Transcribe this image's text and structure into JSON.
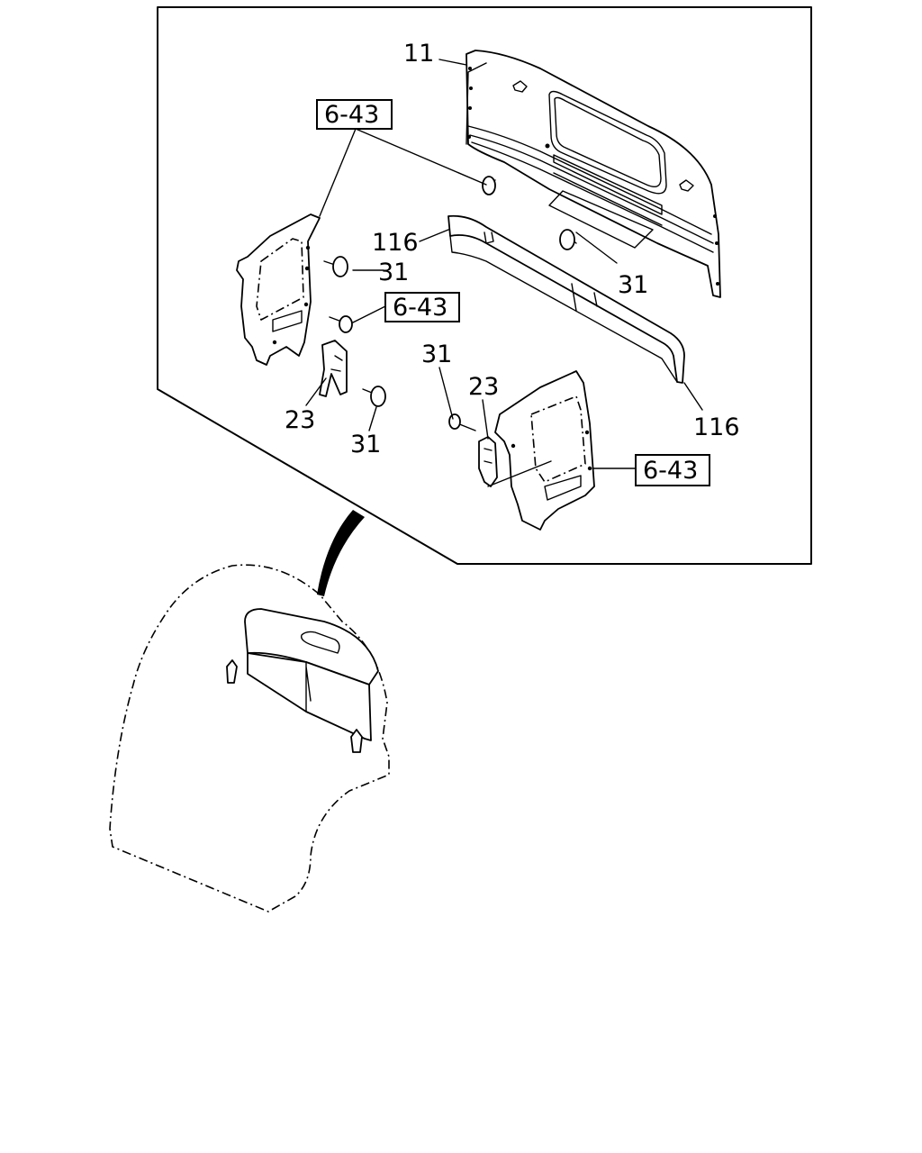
{
  "callouts": [
    {
      "id": "11",
      "text": "11"
    },
    {
      "id": "6-43-top",
      "text": "6-43",
      "boxed": true
    },
    {
      "id": "116-top",
      "text": "116"
    },
    {
      "id": "31-upper-left",
      "text": "31"
    },
    {
      "id": "6-43-mid",
      "text": "6-43",
      "boxed": true
    },
    {
      "id": "31-right",
      "text": "31"
    },
    {
      "id": "31-center",
      "text": "31"
    },
    {
      "id": "23-center",
      "text": "23"
    },
    {
      "id": "23-left",
      "text": "23"
    },
    {
      "id": "31-lower-left",
      "text": "31"
    },
    {
      "id": "116-bottom",
      "text": "116"
    },
    {
      "id": "6-43-right",
      "text": "6-43",
      "boxed": true
    }
  ]
}
